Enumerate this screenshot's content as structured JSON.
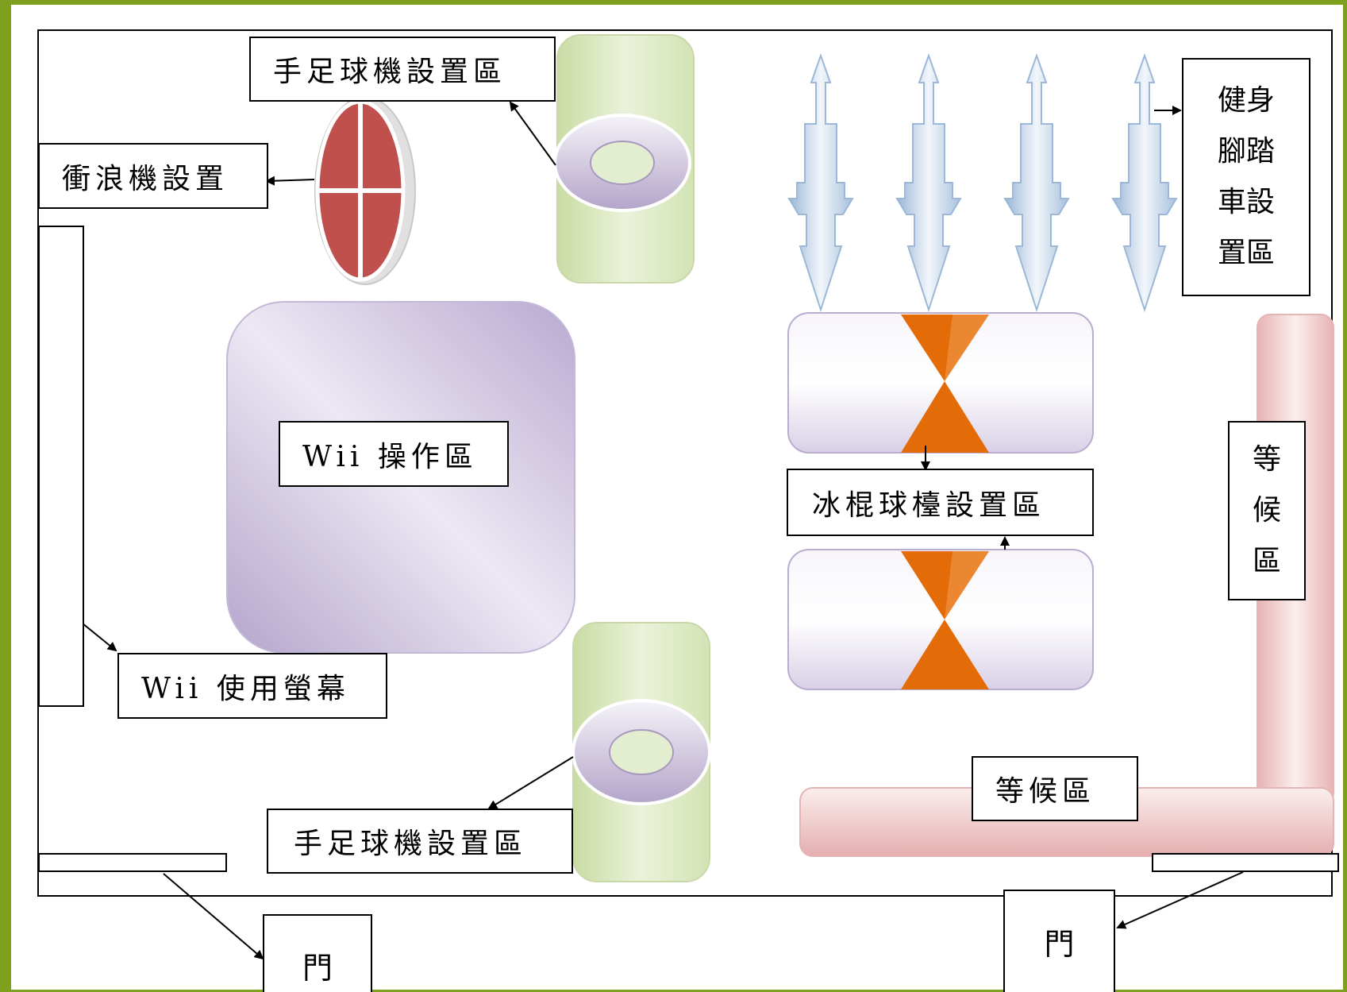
{
  "labels": {
    "foosball_top": "手足球機設置區",
    "surf_machine": "衝浪機設置",
    "fitness_bike": "健身腳踏車設置區",
    "wii_area": "Wii 操作區",
    "air_hockey": "冰棍球檯設置區",
    "waiting_right": "等候區",
    "wii_screen": "Wii 使用螢幕",
    "waiting_bottom": "等候區",
    "foosball_bottom": "手足球機設置區",
    "door_left": "門",
    "door_right": "門"
  },
  "colors": {
    "frame": "#7f9f1f",
    "foosball_table": "#dce9c4",
    "wii_pad": "#c6b6d8",
    "surf_oval": "#c0504d",
    "bike_arrow": "#dbe5f1",
    "hockey_table": "#e6e0ee",
    "hockey_triangle": "#e36c09",
    "waiting_bench": "#f2d6d6"
  }
}
